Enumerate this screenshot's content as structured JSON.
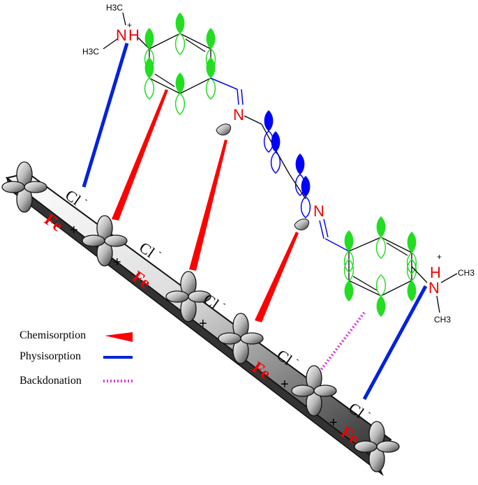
{
  "colors": {
    "chemisorption": "#ff0000",
    "physisorption": "#0022dd",
    "backdonation": "#dd33dd",
    "ring_orbital": "#22dd22",
    "chain_orbital": "#0000ff",
    "fe_label": "#ee0000",
    "nitrogen": "#ee0000",
    "metal_orbital": "#888888"
  },
  "molecule": {
    "left_amine": {
      "methyl_top": "H3C",
      "methyl_left": "H3C",
      "nitrogen": "N",
      "hydrogen": "H",
      "charge": "+"
    },
    "imine_n_1": "N",
    "imine_n_2": "N",
    "right_amine": {
      "hydrogen": "H",
      "nitrogen": "N",
      "charge": "+",
      "methyl_top": "CH3",
      "methyl_bottom": "CH3"
    }
  },
  "surface": {
    "fe_label": "Fe",
    "cl_label": "Cl",
    "cl_charge": "-",
    "positive_charge": "+"
  },
  "legend": {
    "chemisorption": "Chemisorption",
    "physisorption": "Physisorption",
    "backdonation": "Backdonation"
  }
}
